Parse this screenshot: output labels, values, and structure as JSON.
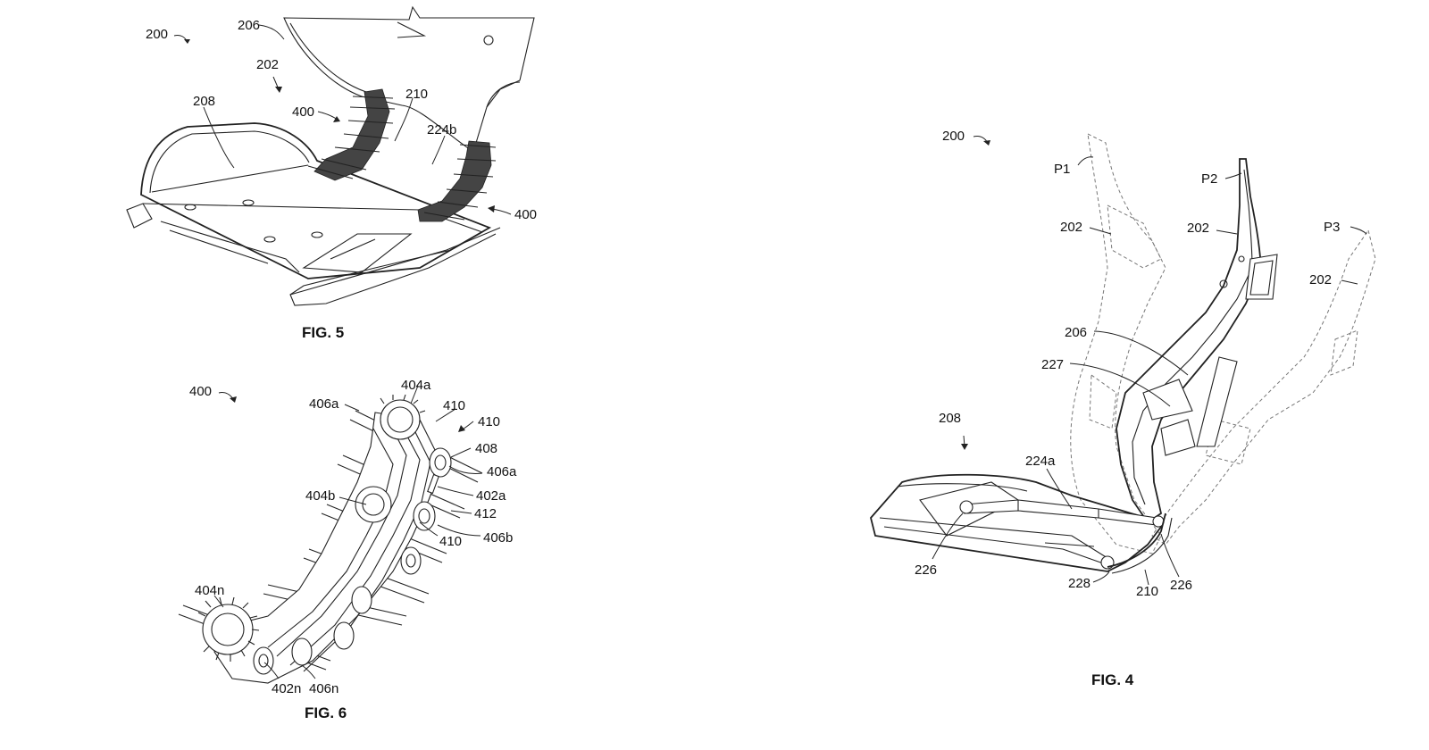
{
  "figures": {
    "fig5": {
      "caption": "FIG. 5",
      "labels": {
        "l200": "200",
        "l206": "206",
        "l202": "202",
        "l208": "208",
        "l210": "210",
        "l400a": "400",
        "l224b": "224b",
        "l400b": "400"
      }
    },
    "fig6": {
      "caption": "FIG. 6",
      "labels": {
        "l400": "400",
        "l404a": "404a",
        "l406a_top": "406a",
        "l410_a": "410",
        "l410_b": "410",
        "l408": "408",
        "l406a_right": "406a",
        "l404b": "404b",
        "l402a": "402a",
        "l412": "412",
        "l410_c": "410",
        "l406b": "406b",
        "l404n": "404n",
        "l402n": "402n",
        "l406n": "406n"
      }
    },
    "fig4": {
      "caption": "FIG. 4",
      "labels": {
        "l200": "200",
        "lP1": "P1",
        "lP2": "P2",
        "lP3": "P3",
        "l202_a": "202",
        "l202_b": "202",
        "l202_c": "202",
        "l206": "206",
        "l227": "227",
        "l208": "208",
        "l224a": "224a",
        "l226_a": "226",
        "l228": "228",
        "l210": "210",
        "l226_b": "226"
      }
    }
  }
}
